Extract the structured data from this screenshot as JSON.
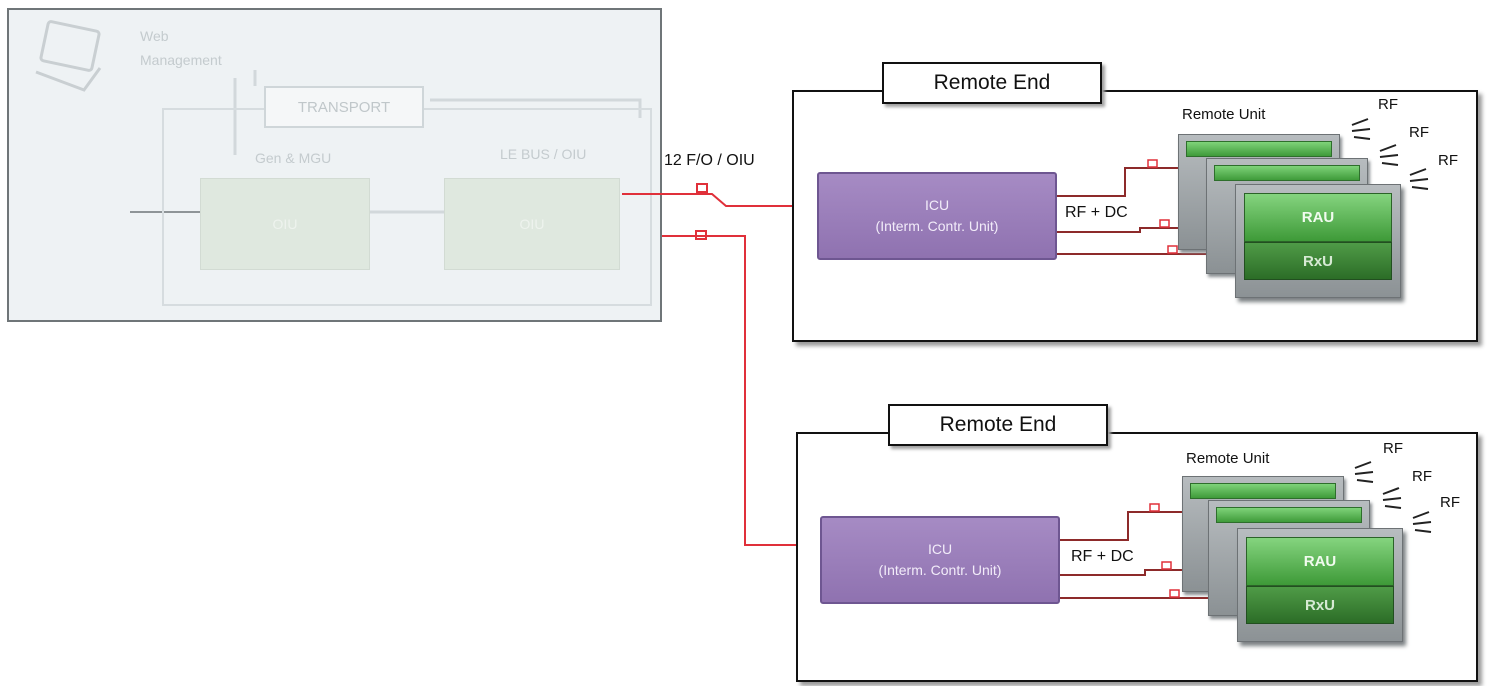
{
  "head_end": {
    "management_label": "Web\nManagement",
    "transport_label": "TRANSPORT",
    "block_left_caption": "Gen & MGU",
    "block_right_caption": "LE BUS / OIU",
    "box_left_label": "OIU",
    "box_right_label": "OIU"
  },
  "link_label": "12 F/O / OIU",
  "remote_ends": [
    {
      "title": "Remote End",
      "icu_line1": "ICU",
      "icu_line2": "(Interm. Contr. Unit)",
      "rf_dc_label": "RF + DC",
      "remote_unit_label": "Remote Unit",
      "rau_label": "RAU",
      "rxu_label": "RxU",
      "rf_labels": [
        "RF",
        "RF",
        "RF"
      ]
    },
    {
      "title": "Remote End",
      "icu_line1": "ICU",
      "icu_line2": "(Interm. Contr. Unit)",
      "rf_dc_label": "RF + DC",
      "remote_unit_label": "Remote Unit",
      "rau_label": "RAU",
      "rxu_label": "RxU",
      "rf_labels": [
        "RF",
        "RF",
        "RF"
      ]
    }
  ],
  "colors": {
    "fiber": "#e0303a",
    "icu": "#9a7fbb",
    "rau": "#5bb655",
    "rxu": "#3b8234"
  }
}
